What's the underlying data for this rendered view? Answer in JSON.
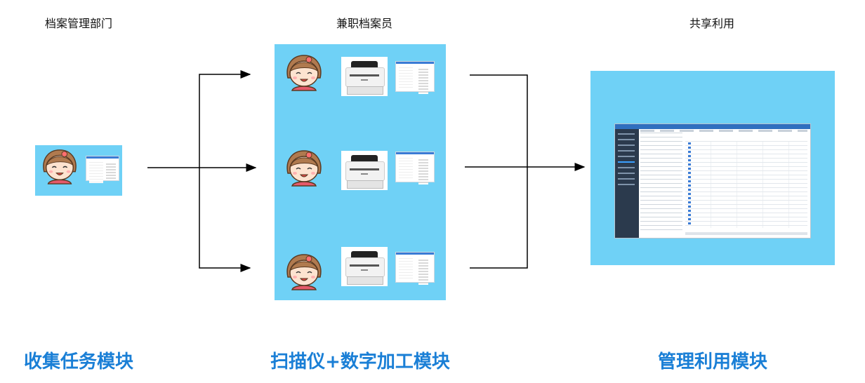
{
  "columns": {
    "left_label": "档案管理部门",
    "middle_label": "兼职档案员",
    "right_label": "共享利用"
  },
  "modules": {
    "left_title": "收集任务模块",
    "middle_title": "扫描仪+数字加工模块",
    "right_title": "管理利用模块"
  },
  "colors": {
    "panel": "#6fd1f6",
    "title": "#1a7fd6",
    "arrow": "#000000"
  },
  "icons": [
    "avatar-icon",
    "scanner-icon",
    "screen-icon",
    "arrow-icon"
  ]
}
